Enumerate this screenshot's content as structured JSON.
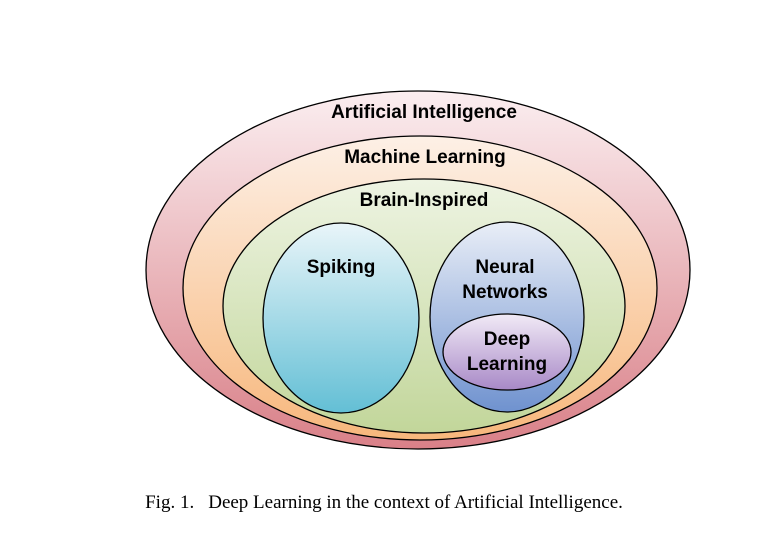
{
  "diagram": {
    "regions": {
      "artificial_intelligence": {
        "label": "Artificial Intelligence",
        "color_top": "#fbeef0",
        "color_bottom": "#d98088"
      },
      "machine_learning": {
        "label": "Machine Learning",
        "color_top": "#fdf0e6",
        "color_bottom": "#f7b77c"
      },
      "brain_inspired": {
        "label": "Brain-Inspired",
        "color_top": "#eef4e3",
        "color_bottom": "#c2d69a"
      },
      "spiking": {
        "label": "Spiking",
        "color_top": "#e9f5f9",
        "color_bottom": "#63bfd5"
      },
      "neural_networks": {
        "label_line1": "Neural",
        "label_line2": "Networks",
        "color_top": "#e9eef7",
        "color_bottom": "#6f92cf"
      },
      "deep_learning": {
        "label_line1": "Deep",
        "label_line2": "Learning",
        "color_top": "#f1eaf6",
        "color_bottom": "#a889c7"
      }
    },
    "outline_color": "#000000"
  },
  "caption": {
    "number": "Fig. 1.",
    "text": "Deep Learning in the context of Artificial Intelligence."
  }
}
